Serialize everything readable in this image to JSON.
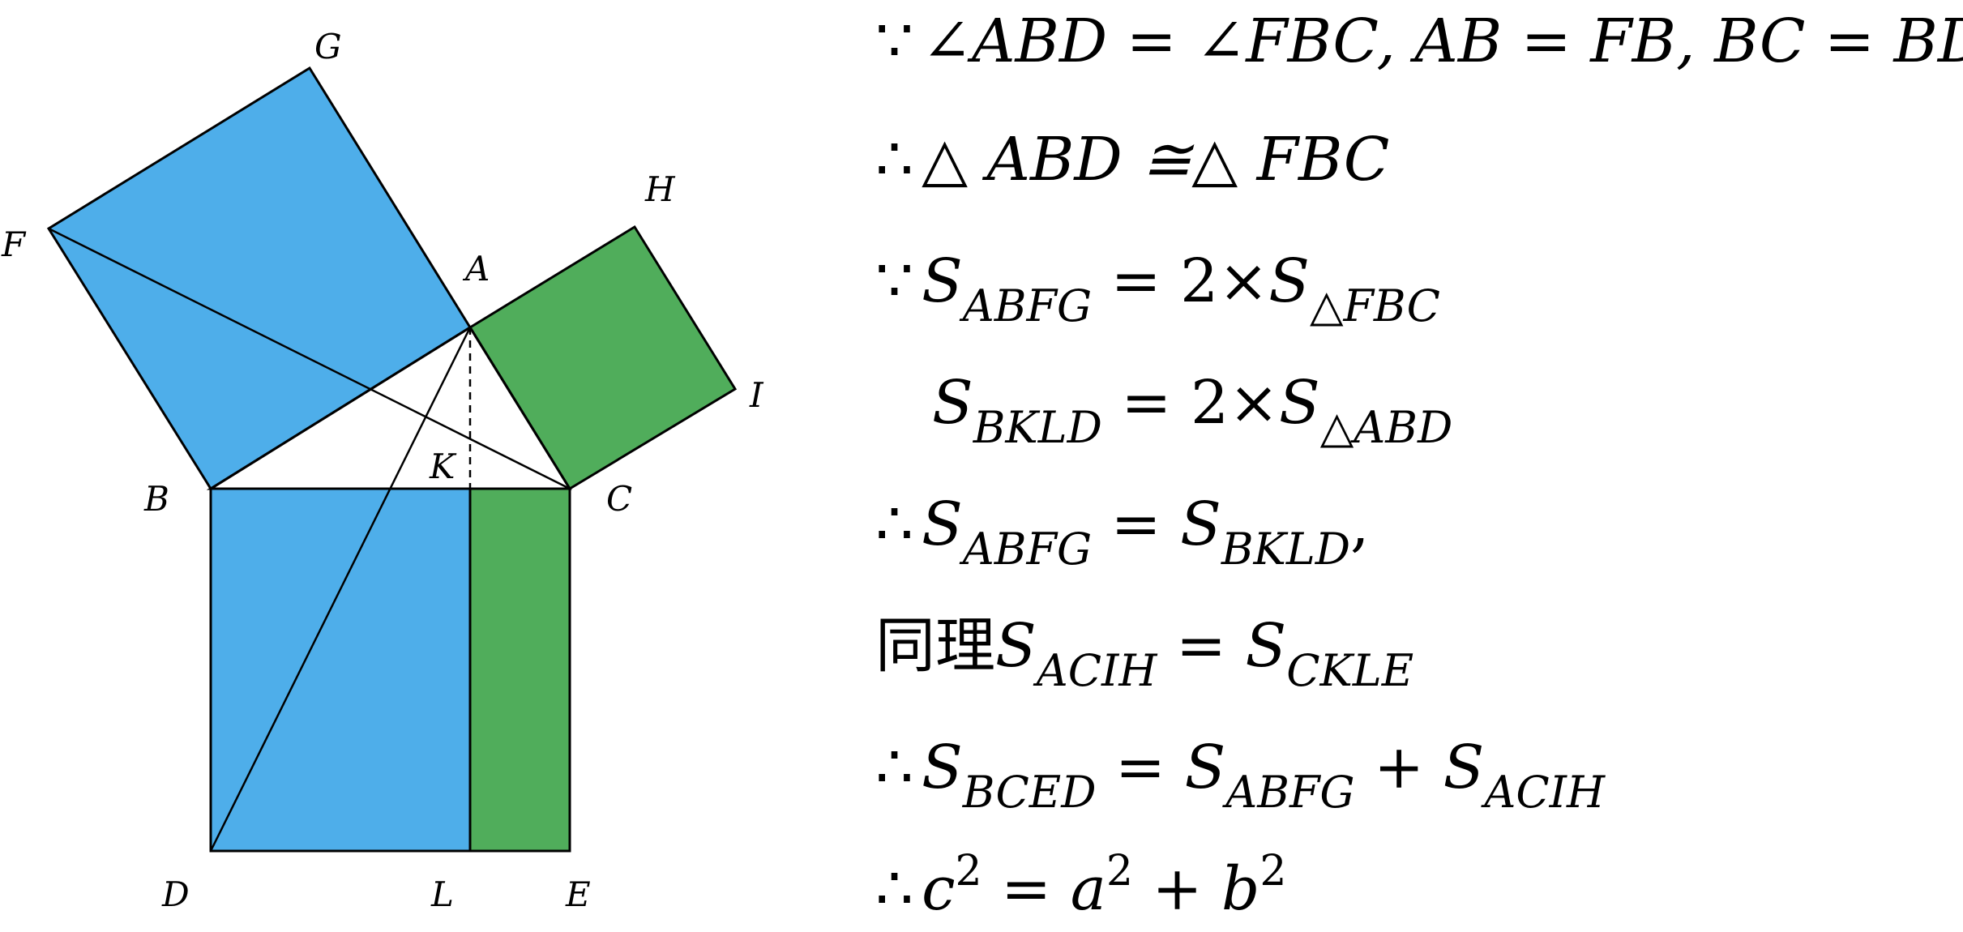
{
  "figure": {
    "points": {
      "G": "G",
      "F": "F",
      "H": "H",
      "A": "A",
      "I": "I",
      "B": "B",
      "C": "C",
      "K": "K",
      "D": "D",
      "L": "L",
      "E": "E"
    },
    "colors": {
      "blue": "#4EAEEA",
      "green": "#50AD5B",
      "stroke": "#000000"
    }
  },
  "proof": [
    {
      "id": "l1",
      "sym": "∵",
      "text": "∠ABD = ∠FBC, AB = FB, BC = BD"
    },
    {
      "id": "l2",
      "sym": "∴",
      "text": "△ ABD ≅△ FBC"
    },
    {
      "id": "l3",
      "sym": "∵",
      "S1": "S",
      "sub1": "ABFG",
      "mid": " = 2×",
      "S2": "S",
      "sub2": "△FBC"
    },
    {
      "id": "l4",
      "sym": "",
      "S1": "S",
      "sub1": "BKLD",
      "mid": " = 2×",
      "S2": "S",
      "sub2": "△ABD"
    },
    {
      "id": "l5",
      "sym": "∴",
      "S1": "S",
      "sub1": "ABFG",
      "mid": " = ",
      "S2": "S",
      "sub2": "BKLD",
      "tail": ","
    },
    {
      "id": "l6",
      "prefix": "同理",
      "S1": "S",
      "sub1": "ACIH",
      "mid": " = ",
      "S2": "S",
      "sub2": "CKLE"
    },
    {
      "id": "l7",
      "sym": "∴",
      "S1": "S",
      "sub1": "BCED",
      "mid": " = ",
      "S2": "S",
      "sub2": "ABFG",
      "mid2": " + ",
      "S3": "S",
      "sub3": "ACIH"
    },
    {
      "id": "l8",
      "sym": "∴",
      "c": "c",
      "e1": "2",
      "eq": " = ",
      "a": "a",
      "e2": "2",
      "plus": " + ",
      "b": "b",
      "e3": "2"
    }
  ]
}
